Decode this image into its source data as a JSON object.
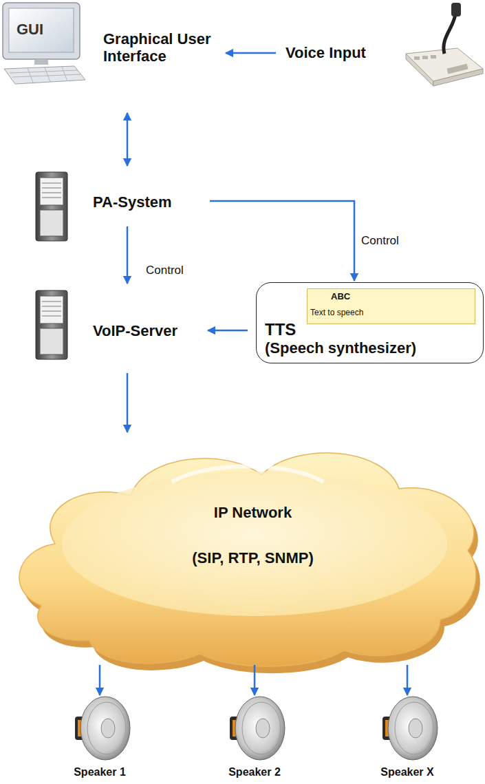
{
  "diagram": {
    "nodes": [
      {
        "text": [
          "GUI",
          "Graphical User Interface"
        ]
      },
      {
        "text": [
          "Voice Input"
        ]
      },
      {
        "text": [
          "PA-System"
        ]
      },
      {
        "text": [
          "VoIP-Server"
        ]
      },
      {
        "text": [
          "TTS",
          "(Speech synthesizer)"
        ]
      },
      {
        "text": [
          "ABC",
          "Text to speech"
        ],
        "in": 4
      },
      {
        "text": [
          "IP Network",
          "(SIP, RTP, SNMP)"
        ]
      },
      {
        "text": [
          "Speaker 1"
        ]
      },
      {
        "text": [
          "Speaker 2"
        ]
      },
      {
        "text": [
          "Speaker X"
        ]
      }
    ],
    "edges": [
      {
        "from": 1,
        "to": 0,
        "arrow": "to"
      },
      {
        "from": 0,
        "to": 2,
        "arrow": "both"
      },
      {
        "from": 2,
        "to": 3,
        "label": "Control",
        "arrow": "to"
      },
      {
        "from": 2,
        "to": 4,
        "label": "Control",
        "arrow": "to"
      },
      {
        "from": 4,
        "to": 3,
        "arrow": "to"
      },
      {
        "from": 3,
        "to": 6,
        "arrow": "to"
      },
      {
        "from": 6,
        "to": 7,
        "arrow": "to"
      },
      {
        "from": 6,
        "to": 8,
        "arrow": "to"
      },
      {
        "from": 6,
        "to": 9,
        "arrow": "to"
      }
    ]
  }
}
